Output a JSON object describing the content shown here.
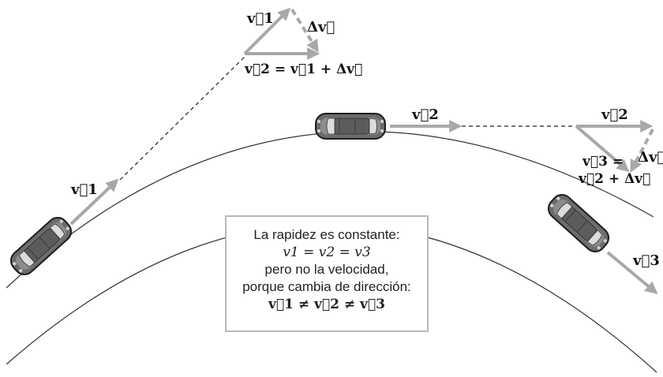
{
  "labels": {
    "v1_top": "v⃗1",
    "delta_v_top": "Δv⃗",
    "eq_top": "v⃗2 = v⃗1 + Δv⃗",
    "v1_left": "v⃗1",
    "v2_mid": "v⃗2",
    "v2_right": "v⃗2",
    "delta_v_right": "Δv⃗",
    "v3_eq_line1": "v⃗3 =",
    "v3_eq_line2": "v⃗2 + Δv⃗",
    "v3_bottom": "v⃗3"
  },
  "info_box": {
    "line1": "La rapidez es constante:",
    "line2": "v1 = v2 = v3",
    "line3": "pero no la velocidad,",
    "line4": "porque cambia de dirección:",
    "line5": "v⃗1 ≠ v⃗2 ≠ v⃗3"
  },
  "colors": {
    "vector_arrow": "#a8a8a8",
    "road_line": "#333333",
    "car_body": "#6e6e6e",
    "car_window": "#d8d8d8",
    "box_border": "#b8b8b8"
  },
  "icons": [
    "car-icon",
    "arrow-icon"
  ]
}
